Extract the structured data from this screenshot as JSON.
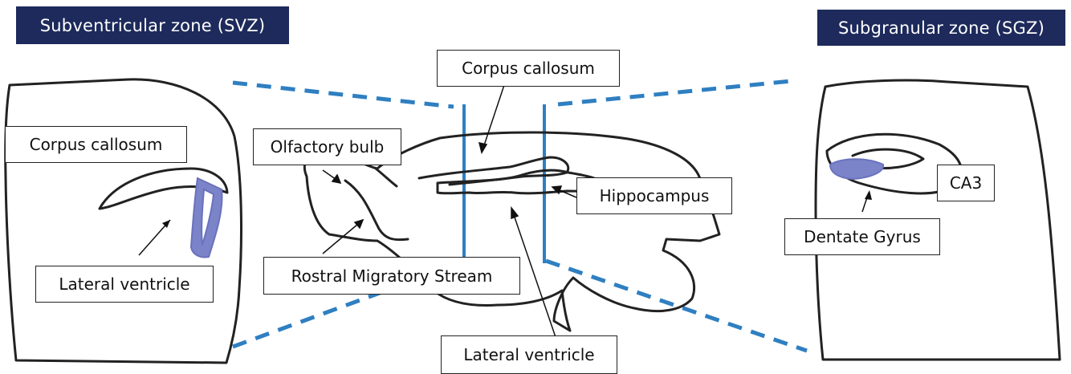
{
  "headers": {
    "svz": "Subventricular zone (SVZ)",
    "sgz": "Subgranular zone (SGZ)"
  },
  "labels": {
    "corpus_callosum_left": "Corpus callosum",
    "lateral_ventricle_left": "Lateral ventricle",
    "corpus_callosum_top": "Corpus callosum",
    "olfactory_bulb": "Olfactory bulb",
    "hippocampus": "Hippocampus",
    "rostral_migratory_stream": "Rostral Migratory Stream",
    "lateral_ventricle_bottom": "Lateral ventricle",
    "ca3": "CA3",
    "dentate_gyrus": "Dentate Gyrus"
  },
  "colors": {
    "header_bg": "#1d2a5b",
    "guide_line": "#2f7fc1",
    "neurogenic_region": "#7b83c9",
    "outline": "#222222"
  }
}
